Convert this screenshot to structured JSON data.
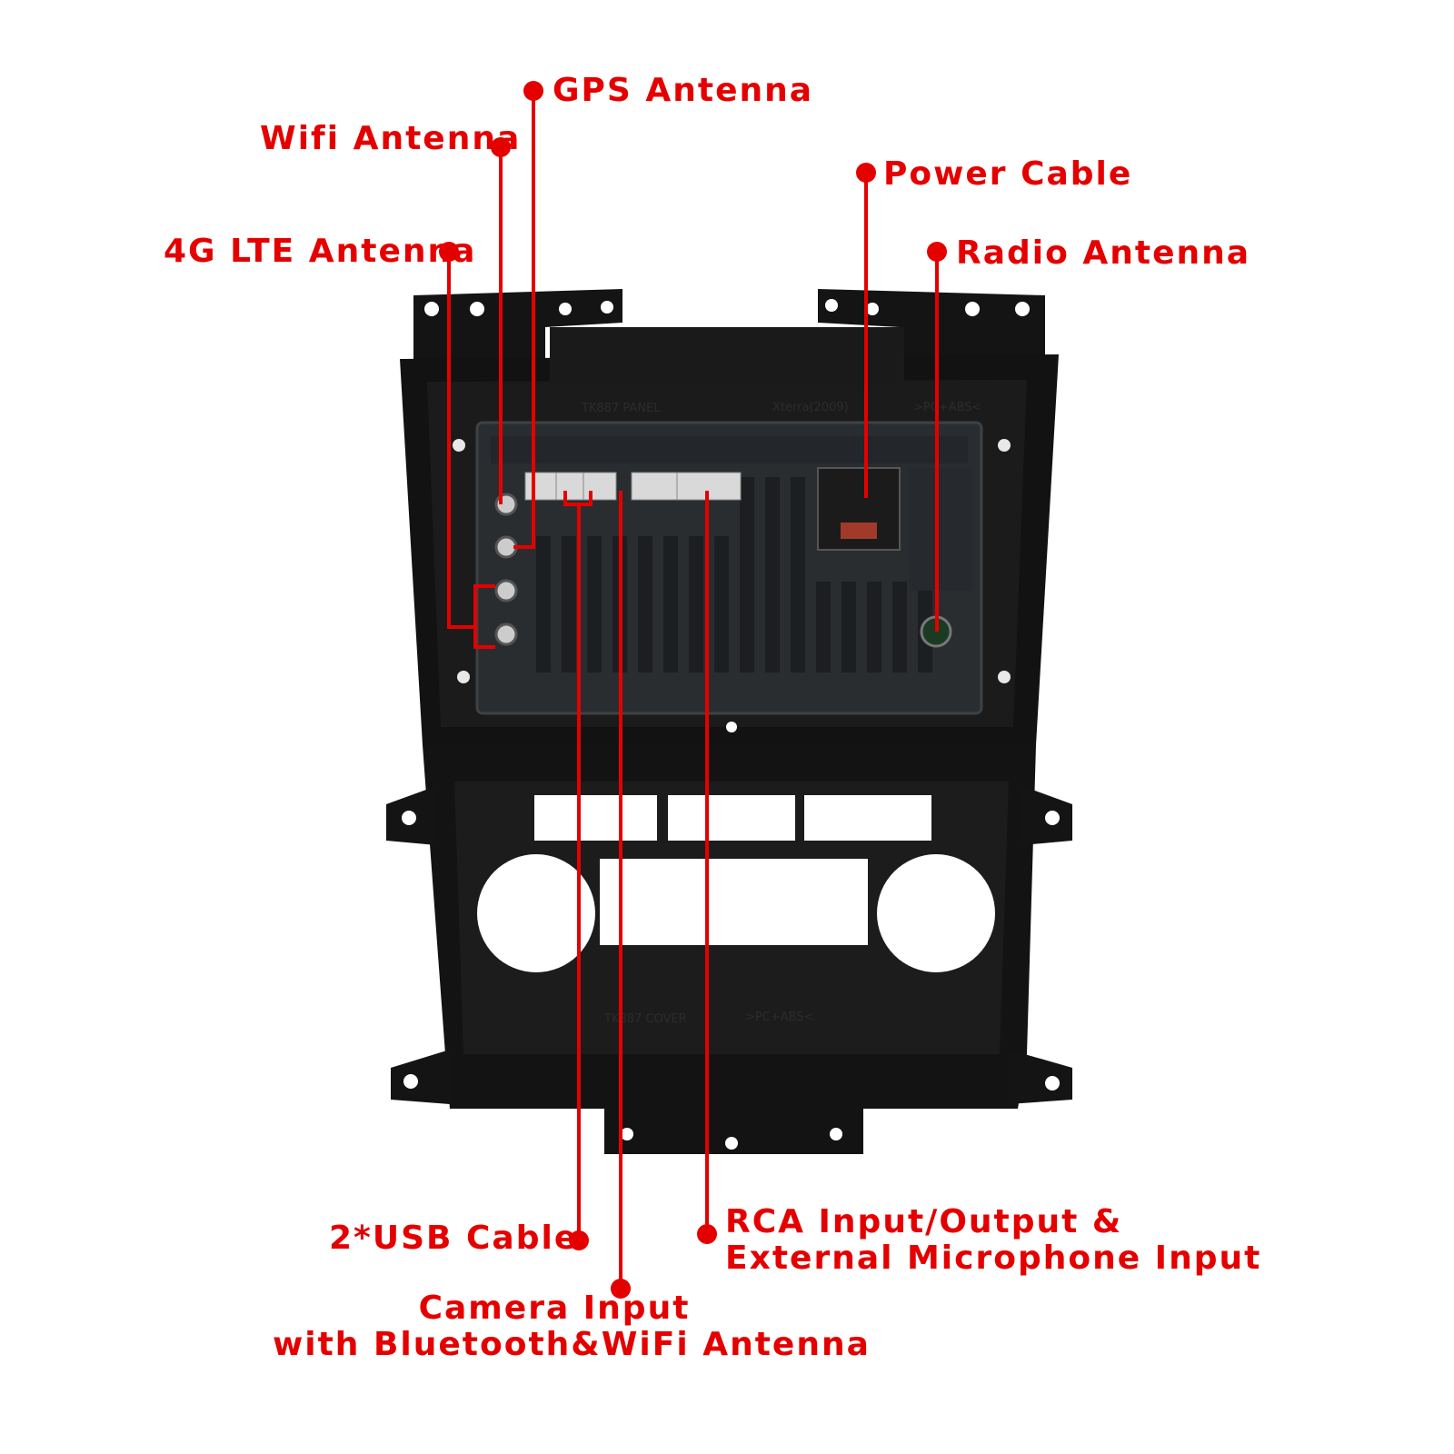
{
  "labels": {
    "gps_antenna": "GPS Antenna",
    "wifi_antenna": "Wifi Antenna",
    "lte_antenna": "4G LTE Antenna",
    "power_cable": "Power Cable",
    "radio_antenna": "Radio Antenna",
    "usb_cable": "2*USB Cable",
    "rca_line1": "RCA Input/Output &",
    "rca_line2": "External Microphone Input",
    "camera_line1": "Camera Input",
    "camera_line2": "with Bluetooth&WiFi Antenna"
  },
  "molded_text": {
    "panel_part": "TK887 PANEL",
    "panel_model": "Xterra(2009)",
    "panel_material": ">PC+ABS<",
    "cover_part": "TK887 COVER",
    "cover_material": ">PC+ABS<"
  },
  "colors": {
    "callout": "#e50000",
    "frame": "#111111",
    "unit": "#2a2d30",
    "background": "#ffffff"
  }
}
